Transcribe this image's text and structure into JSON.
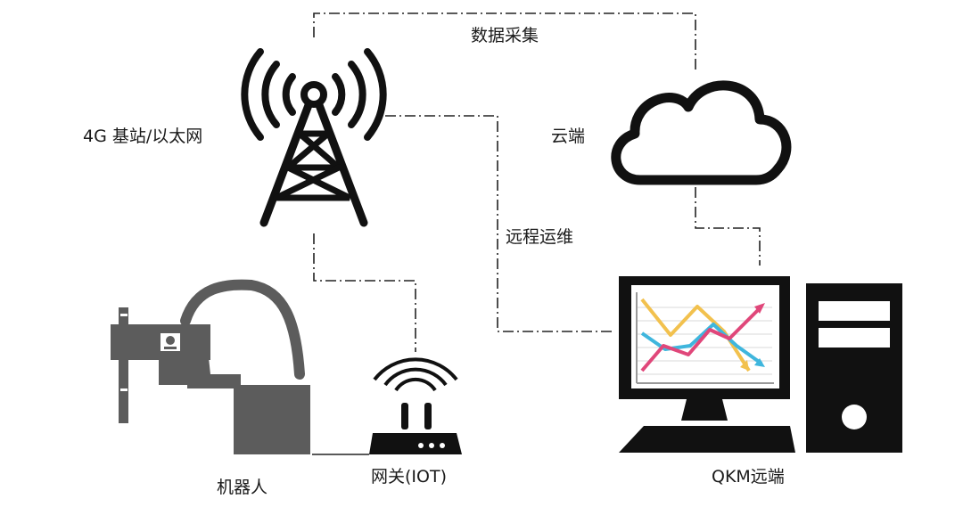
{
  "nodes": {
    "tower": {
      "label": "4G 基站/以太网",
      "icon": "cell-tower-icon"
    },
    "cloud": {
      "label": "云端",
      "icon": "cloud-icon"
    },
    "robot": {
      "label": "机器人",
      "icon": "scara-robot-icon"
    },
    "gateway": {
      "label": "网关(IOT)",
      "icon": "wifi-router-icon"
    },
    "qkm": {
      "label": "QKM远端",
      "icon": "desktop-computer-icon"
    }
  },
  "edges": {
    "data_collection": {
      "label": "数据采集"
    },
    "remote_ops": {
      "label": "远程运维"
    }
  },
  "colors": {
    "line": "#222222",
    "robot_gray": "#5c5c5c",
    "chart_yellow": "#f2c14e",
    "chart_cyan": "#3fb6dd",
    "chart_pink": "#e0477a"
  }
}
